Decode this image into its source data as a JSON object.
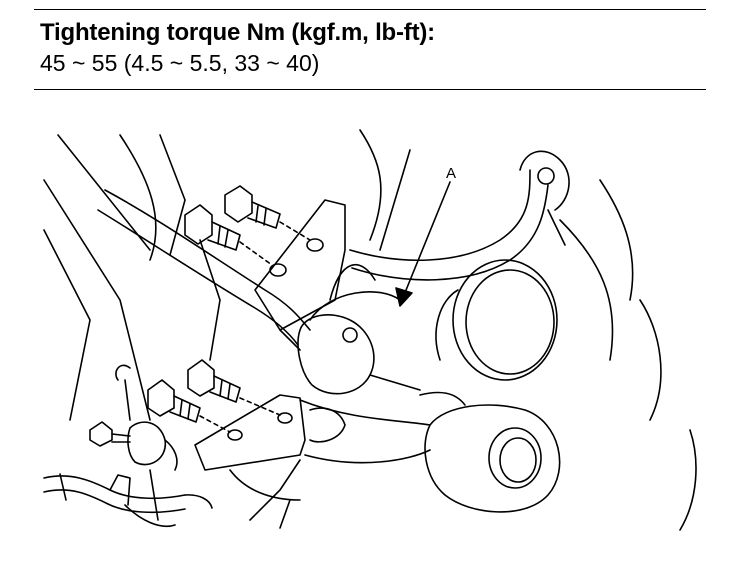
{
  "spec": {
    "title": "Tightening torque Nm (kgf.m, lb-ft):",
    "value": "45 ~ 55 (4.5 ~ 5.5, 33 ~ 40)"
  },
  "illustration": {
    "callout_label": "A"
  }
}
